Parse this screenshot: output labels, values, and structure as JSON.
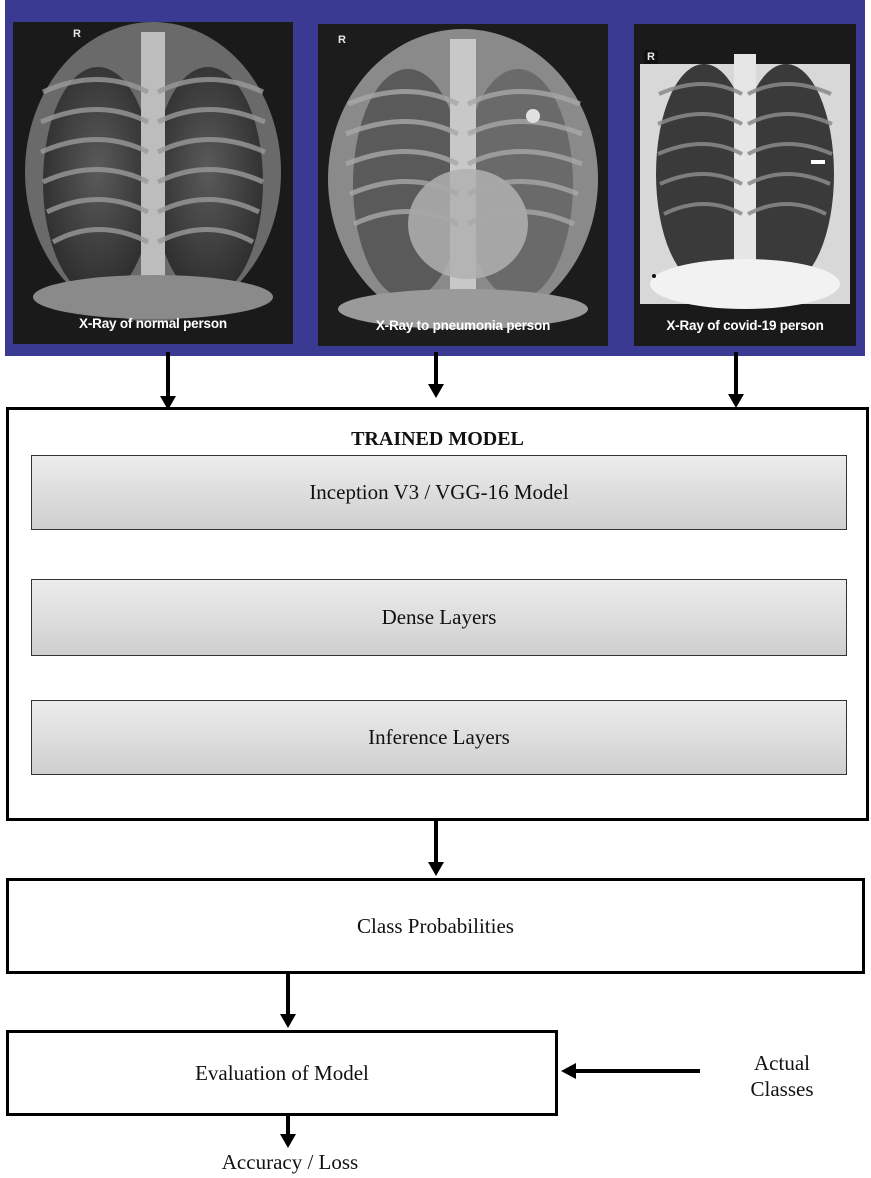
{
  "xray_images": [
    {
      "caption": "X-Ray of normal person",
      "marker": "R"
    },
    {
      "caption": "X-Ray to pneumonia person",
      "marker": "R"
    },
    {
      "caption": "X-Ray of covid-19 person",
      "marker": "R"
    }
  ],
  "trained_model": {
    "title": "TRAINED MODEL",
    "layers": [
      "Inception V3 / VGG-16 Model",
      "Dense Layers",
      "Inference Layers"
    ]
  },
  "class_probabilities": "Class Probabilities",
  "evaluation": "Evaluation of Model",
  "actual_classes": {
    "line1": "Actual",
    "line2": "Classes"
  },
  "output": "Accuracy / Loss",
  "colors": {
    "band": "#3a3a92",
    "panel": "#0b0b0f",
    "layer_fill": "#dcdcdc"
  }
}
